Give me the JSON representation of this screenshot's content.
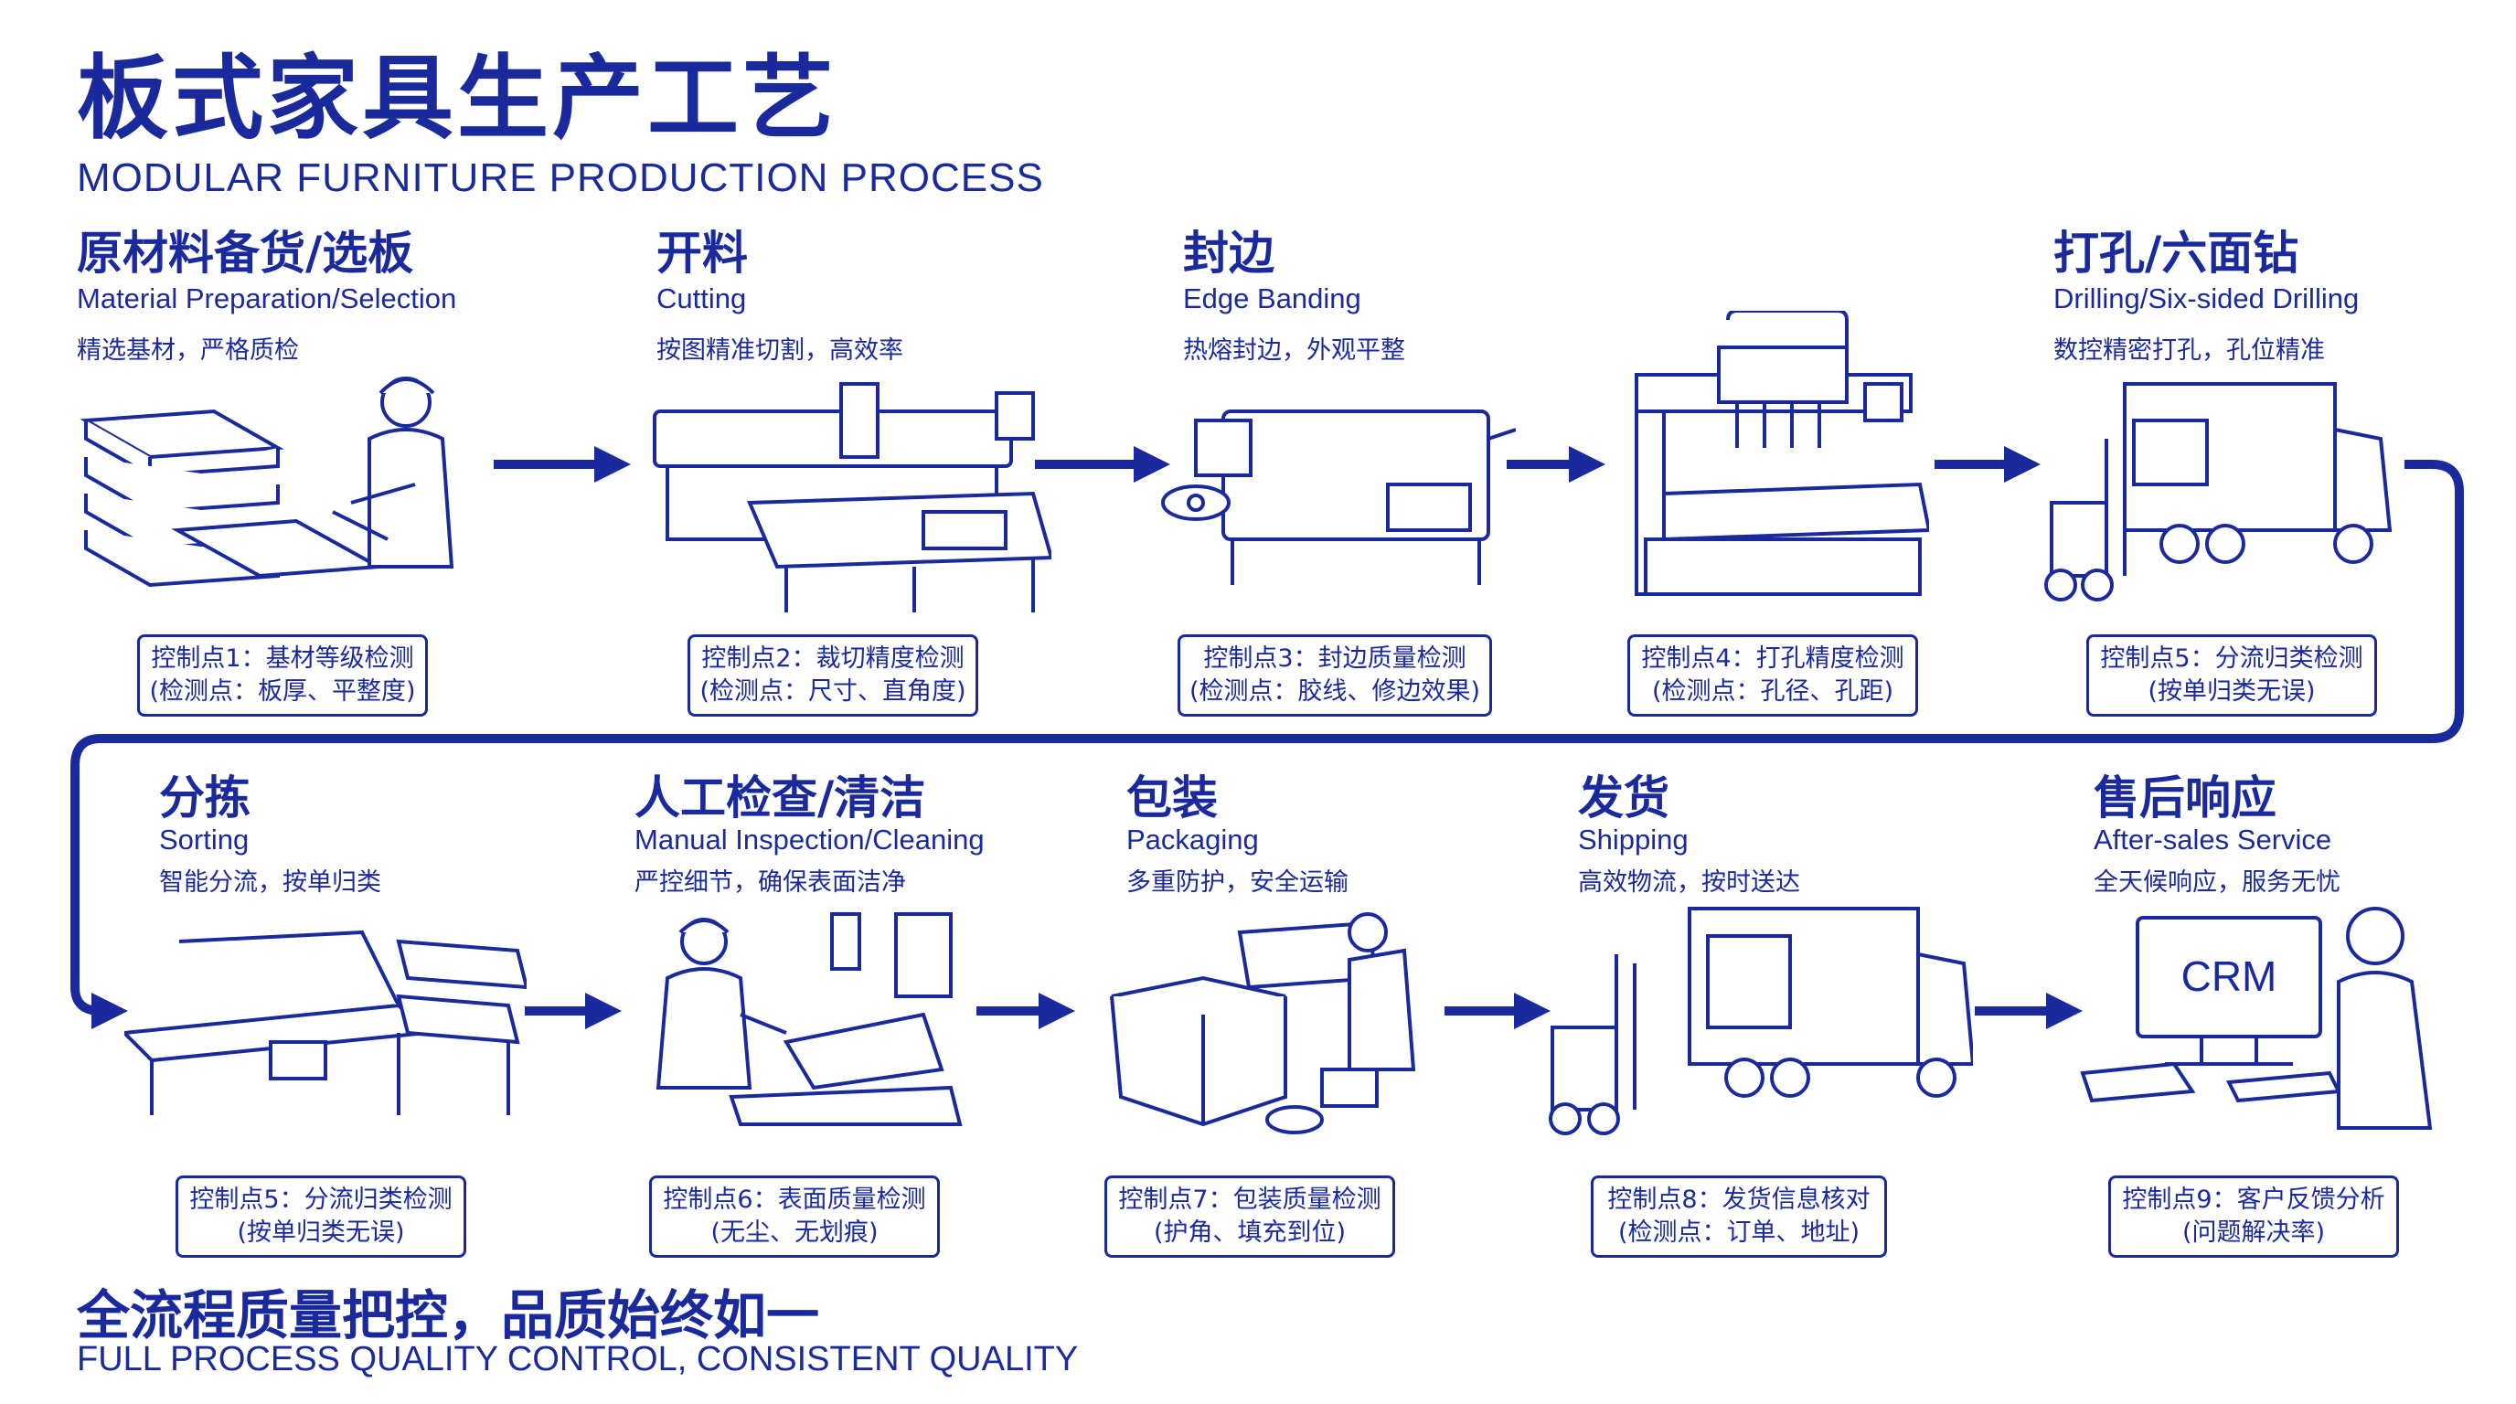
{
  "header": {
    "title_cn": "板式家具生产工艺",
    "title_en": "MODULAR FURNITURE PRODUCTION PROCESS"
  },
  "steps": [
    {
      "cn": "原材料备货/选板",
      "en": "Material Preparation/Selection",
      "desc": "精选基材，严格质检",
      "cp1": "控制点1：基材等级检测",
      "cp2": "(检测点：板厚、平整度)"
    },
    {
      "cn": "开料",
      "en": "Cutting",
      "desc": "按图精准切割，高效率",
      "cp1": "控制点2：裁切精度检测",
      "cp2": "(检测点：尺寸、直角度)"
    },
    {
      "cn": "封边",
      "en": "Edge Banding",
      "desc": "热熔封边，外观平整",
      "cp1": "控制点3：封边质量检测",
      "cp2": "(检测点：胶线、修边效果)"
    },
    {
      "cn": "打孔/六面钻",
      "en": "Drilling/Six-sided Drilling",
      "desc": "数控精密打孔，孔位精准",
      "cp1": "控制点4：打孔精度检测",
      "cp2": "(检测点：孔径、孔距)"
    },
    {
      "cn": "",
      "en": "",
      "desc": "",
      "cp1": "控制点5：分流归类检测",
      "cp2": "(按单归类无误)"
    },
    {
      "cn": "分拣",
      "en": "Sorting",
      "desc": "智能分流，按单归类",
      "cp1": "控制点5：分流归类检测",
      "cp2": "(按单归类无误)"
    },
    {
      "cn": "人工检查/清洁",
      "en": "Manual Inspection/Cleaning",
      "desc": "严控细节，确保表面洁净",
      "cp1": "控制点6：表面质量检测",
      "cp2": "(无尘、无划痕)"
    },
    {
      "cn": "包装",
      "en": "Packaging",
      "desc": "多重防护，安全运输",
      "cp1": "控制点7：包装质量检测",
      "cp2": "(护角、填充到位)"
    },
    {
      "cn": "发货",
      "en": "Shipping",
      "desc": "高效物流，按时送达",
      "cp1": "控制点8：发货信息核对",
      "cp2": "(检测点：订单、地址)"
    },
    {
      "cn": "售后响应",
      "en": "After-sales Service",
      "desc": "全天候响应，服务无忧",
      "cp1": "控制点9：客户反馈分析",
      "cp2": "(问题解决率)"
    }
  ],
  "crm_label": "CRM",
  "footer": {
    "cn": "全流程质量把控，品质始终如一",
    "en": "FULL PROCESS QUALITY CONTROL, CONSISTENT QUALITY"
  },
  "colors": {
    "primary": "#1a2a9c",
    "background": "#ffffff"
  }
}
